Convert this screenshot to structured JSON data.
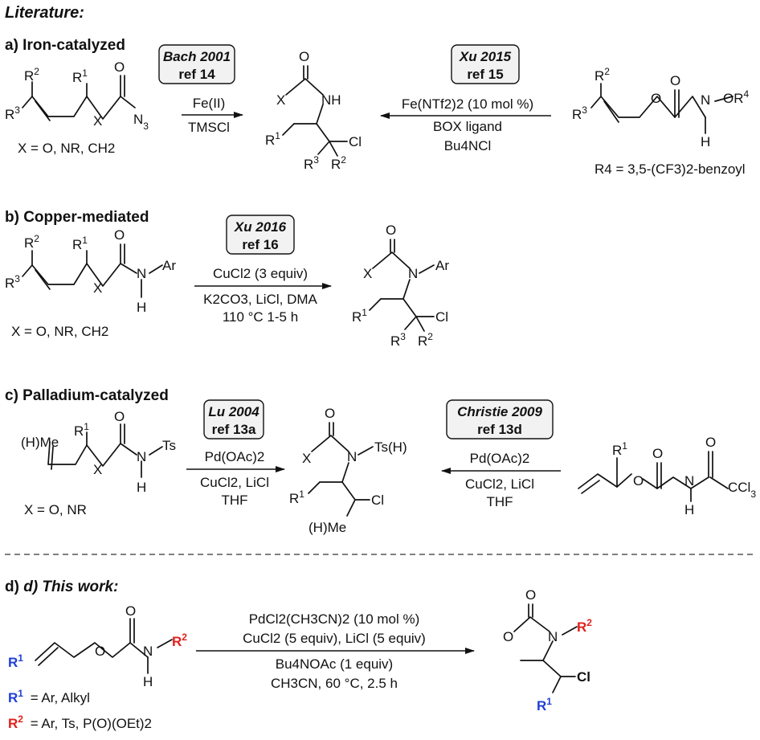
{
  "title": "Literature:",
  "sections": {
    "a": {
      "heading": "a) Iron-catalyzed",
      "ref_left": {
        "name": "Bach 2001",
        "ref": "ref 14"
      },
      "ref_right": {
        "name": "Xu 2015",
        "ref": "ref 15"
      },
      "cond_left": [
        "Fe(II)",
        "TMSCl"
      ],
      "cond_right": [
        "Fe(NTf2)2 (10 mol %)",
        "BOX ligand",
        "Bu4NCl"
      ],
      "x_def": "X = O, NR, CH2",
      "r4_def": "R4 = 3,5-(CF3)2-benzoyl"
    },
    "b": {
      "heading": "b) Copper-mediated",
      "ref": {
        "name": "Xu 2016",
        "ref": "ref 16"
      },
      "cond": [
        "CuCl2 (3 equiv)",
        "K2CO3, LiCl, DMA",
        "110 °C 1-5 h"
      ],
      "x_def": "X = O, NR, CH2"
    },
    "c": {
      "heading": "c) Palladium-catalyzed",
      "ref_left": {
        "name": "Lu 2004",
        "ref": "ref 13a"
      },
      "ref_right": {
        "name": "Christie 2009",
        "ref": "ref 13d"
      },
      "cond_left": [
        "Pd(OAc)2",
        "CuCl2, LiCl",
        "THF"
      ],
      "cond_right": [
        "Pd(OAc)2",
        "CuCl2, LiCl",
        "THF"
      ],
      "x_def": "X = O, NR"
    },
    "d": {
      "heading": "d) This work:",
      "cond": [
        "PdCl2(CH3CN)2 (10 mol %)",
        "CuCl2 (5 equiv), LiCl (5 equiv)",
        "Bu4NOAc (1 equiv)",
        "CH3CN, 60 °C, 2.5 h"
      ],
      "r1_def": "= Ar, Alkyl",
      "r2_def": "= Ar, Ts, P(O)(OEt)2"
    }
  },
  "colors": {
    "r1": "#1f3fd6",
    "r2": "#e0201b",
    "text": "#111111"
  }
}
